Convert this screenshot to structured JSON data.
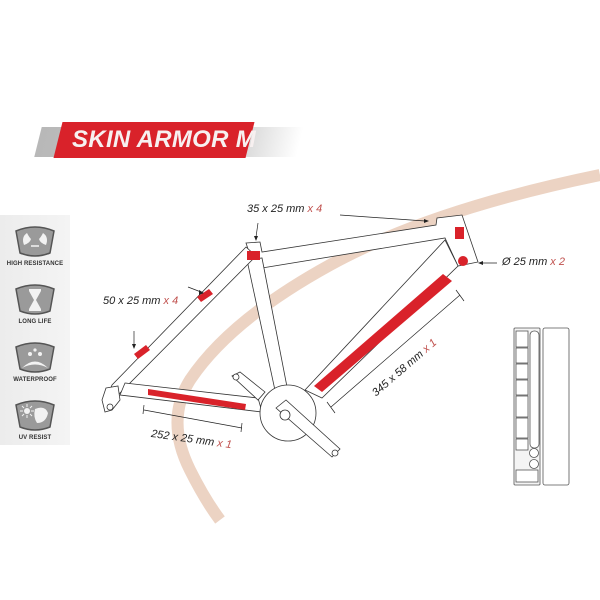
{
  "title": "SKIN ARMOR M",
  "features": [
    {
      "icon": "impact-icon",
      "label": "HIGH RESISTANCE"
    },
    {
      "icon": "hourglass-icon",
      "label": "LONG LIFE"
    },
    {
      "icon": "water-drops-icon",
      "label": "WATERPROOF"
    },
    {
      "icon": "sun-uv-icon",
      "label": "UV RESIST"
    }
  ],
  "dimensions": {
    "top_tube": {
      "size": "35 x 25 mm",
      "qty": "x 4"
    },
    "head_tube": {
      "size": "Ø 25 mm",
      "qty": "x 2"
    },
    "seat_stay": {
      "size": "50 x 25 mm",
      "qty": "x 4"
    },
    "chain_stay": {
      "size": "252 x 25 mm",
      "qty": "x 1"
    },
    "down_tube": {
      "size": "345 x 58 mm",
      "qty": "x 1"
    }
  },
  "colors": {
    "brand_red": "#d9222a",
    "qty_red": "#c0504d",
    "curve_beige": "#ecd3c3"
  }
}
